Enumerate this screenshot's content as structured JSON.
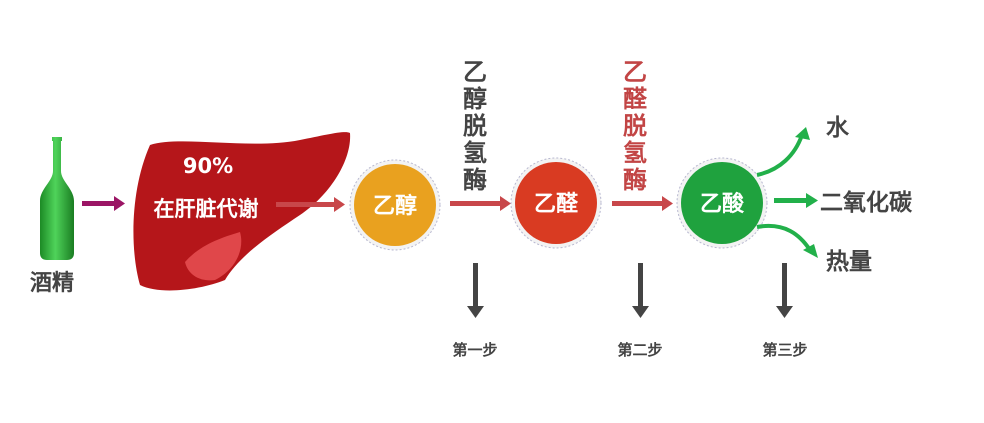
{
  "source": {
    "label": "酒精"
  },
  "liver": {
    "percent": "90%",
    "label": "在肝脏代谢"
  },
  "nodes": [
    {
      "label": "乙醇",
      "color": "#E9A11F"
    },
    {
      "label": "乙醛",
      "color": "#D93B22"
    },
    {
      "label": "乙酸",
      "color": "#1FA23E"
    }
  ],
  "enzymes": [
    {
      "chars": [
        "乙",
        "醇",
        "脱",
        "氢",
        "酶"
      ],
      "color": "#444444"
    },
    {
      "chars": [
        "乙",
        "醛",
        "脱",
        "氢",
        "酶"
      ],
      "color": "#C24545"
    }
  ],
  "products": [
    "水",
    "二氧化碳",
    "热量"
  ],
  "steps": [
    "第一步",
    "第二步",
    "第三步"
  ],
  "colors": {
    "liver": "#B5161A",
    "liver_lobe": "#E0474A",
    "bottle": "#2FB53A",
    "purple_arrow": "#9B1565",
    "red_arrow": "#C8474A",
    "green_arrow": "#22B04A",
    "down_arrow": "#444444"
  }
}
